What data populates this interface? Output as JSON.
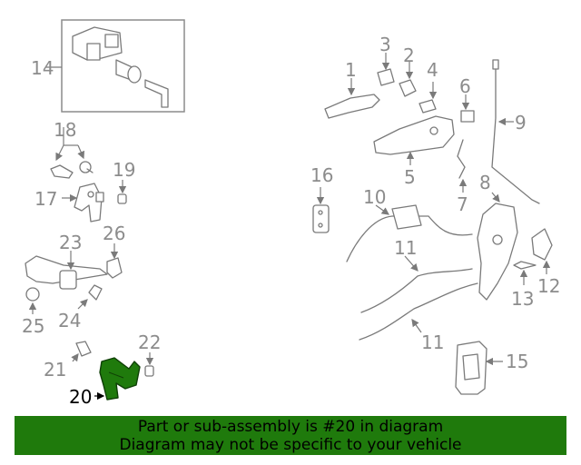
{
  "callouts": {
    "c1": "1",
    "c2": "2",
    "c3": "3",
    "c4": "4",
    "c5": "5",
    "c6": "6",
    "c7": "7",
    "c8": "8",
    "c9": "9",
    "c10": "10",
    "c11a": "11",
    "c11b": "11",
    "c12": "12",
    "c13": "13",
    "c14": "14",
    "c15": "15",
    "c16": "16",
    "c17": "17",
    "c18": "18",
    "c19": "19",
    "c20": "20",
    "c21": "21",
    "c22": "22",
    "c23": "23",
    "c24": "24",
    "c25": "25",
    "c26": "26"
  },
  "highlight": {
    "part": "20",
    "color": "#1f7a0c"
  },
  "banner": {
    "line1": "Part or sub-assembly is #20 in diagram",
    "line2": "Diagram may not be specific to your vehicle",
    "color": "#1f7a0c"
  },
  "icons": {
    "arrow": "arrow-icon"
  }
}
